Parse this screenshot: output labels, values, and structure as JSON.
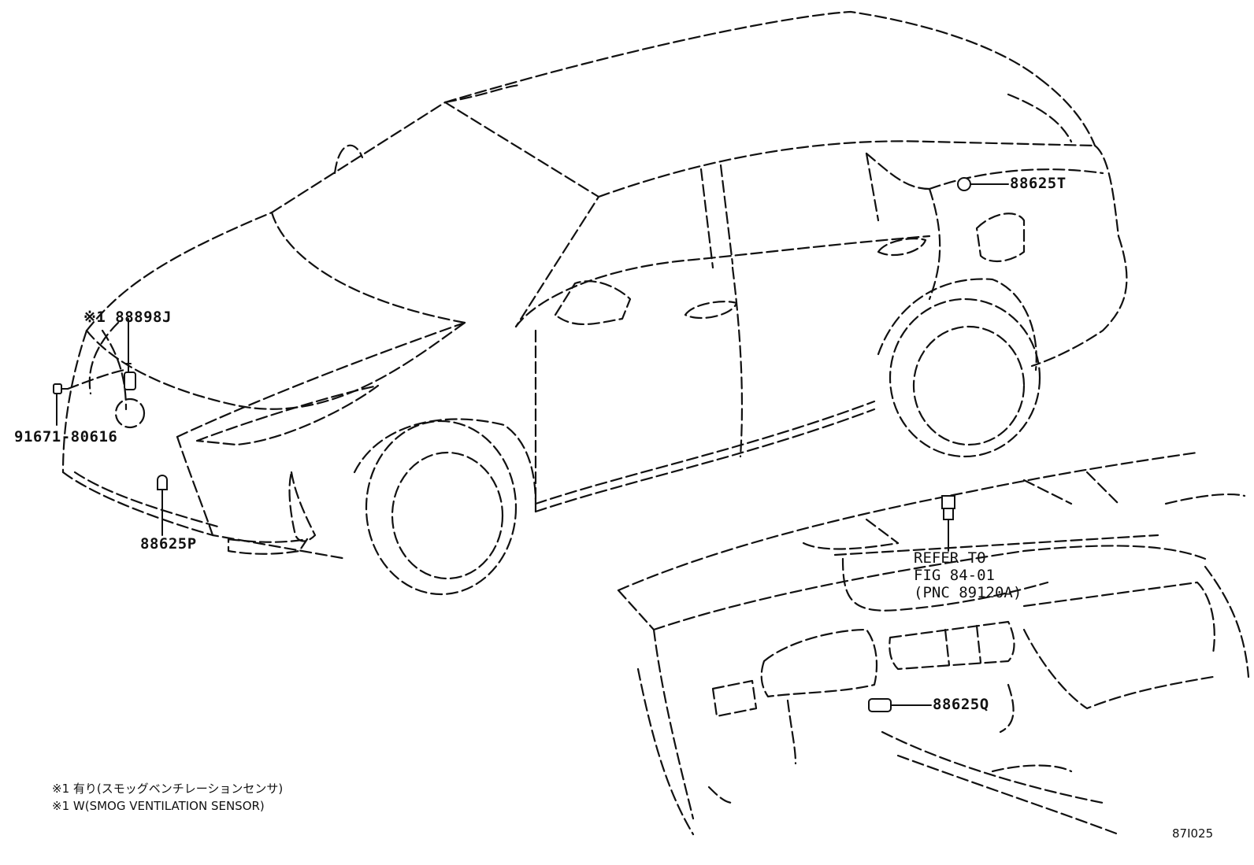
{
  "callouts": {
    "smog_sensor": "※1 88898J",
    "bolt": "91671-80616",
    "front_sensor": "88625P",
    "rear_sensor": "88625T",
    "dash_sensor": "88625Q"
  },
  "refer": {
    "line1": "REFER TO",
    "line2": "FIG 84-01",
    "line3": "(PNC 89120A)"
  },
  "notes": {
    "jp": "※1 有り(スモッグベンチレーションセンサ)",
    "en": "※1 W(SMOG VENTILATION SENSOR)"
  },
  "figure_code": "87I025"
}
